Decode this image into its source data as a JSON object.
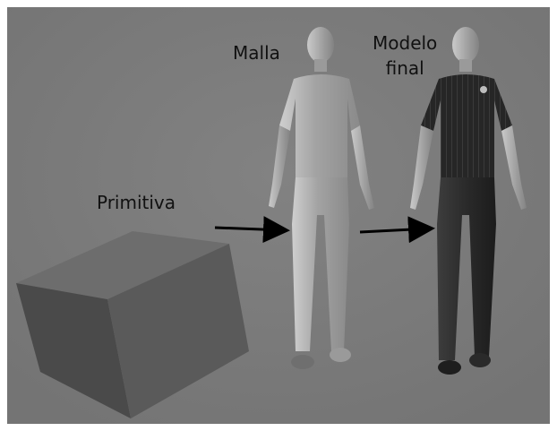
{
  "labels": {
    "primitive": "Primitiva",
    "mesh": "Malla",
    "final_model_line1": "Modelo",
    "final_model_line2": "final"
  },
  "colors": {
    "background": "#7c7c7c",
    "cube_front": "#4c4c4c",
    "cube_top": "#6e6e6e",
    "cube_side": "#595959",
    "mesh_figure": "#a6a6a6",
    "final_model_shirt": "#2b2b2b",
    "arrow": "#000000"
  },
  "icons": [
    "cube-primitive-icon",
    "mesh-figure-icon",
    "final-model-figure-icon",
    "arrow-right-icon"
  ]
}
